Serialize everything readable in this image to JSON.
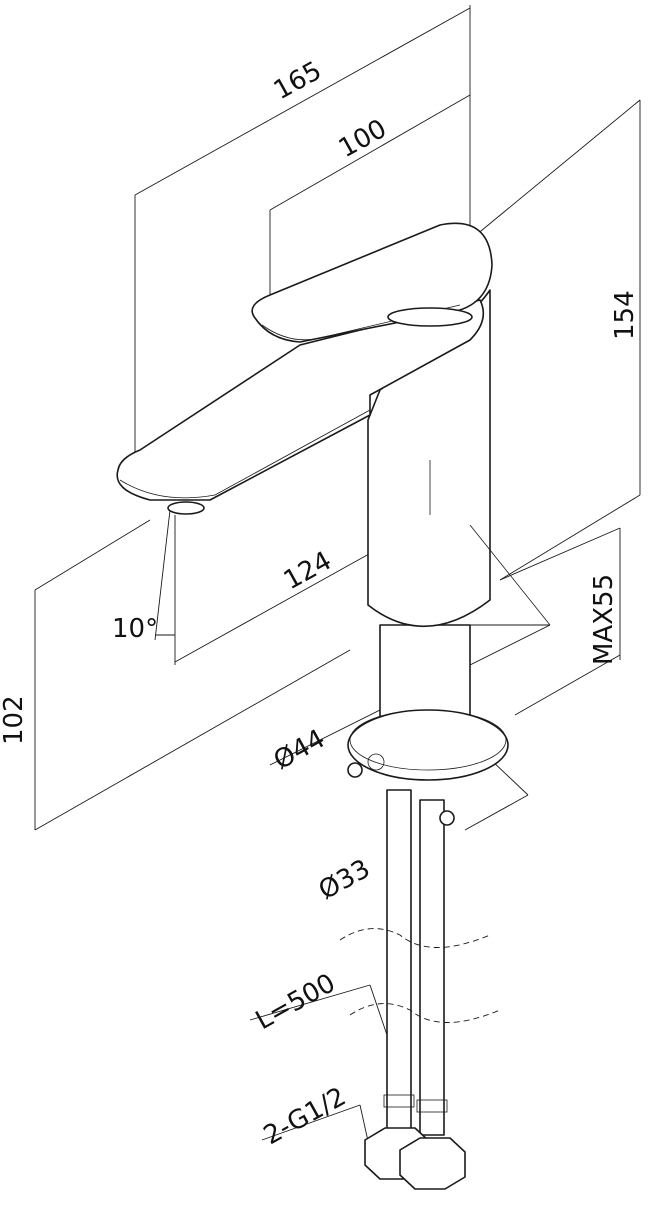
{
  "title": "Basin mixer tap dimension drawing",
  "dimensions": {
    "overall_length": "165",
    "lever_length": "100",
    "height": "154",
    "spout_reach": "124",
    "spout_angle": "10°",
    "spout_height": "102",
    "max_deck_thickness": "MAX55",
    "base_diameter": "Ø44",
    "hole_diameter": "Ø33",
    "hose_length": "L=500",
    "connection": "2-G1/2"
  },
  "colors": {
    "line": "#1a1a1a",
    "background": "#ffffff"
  }
}
